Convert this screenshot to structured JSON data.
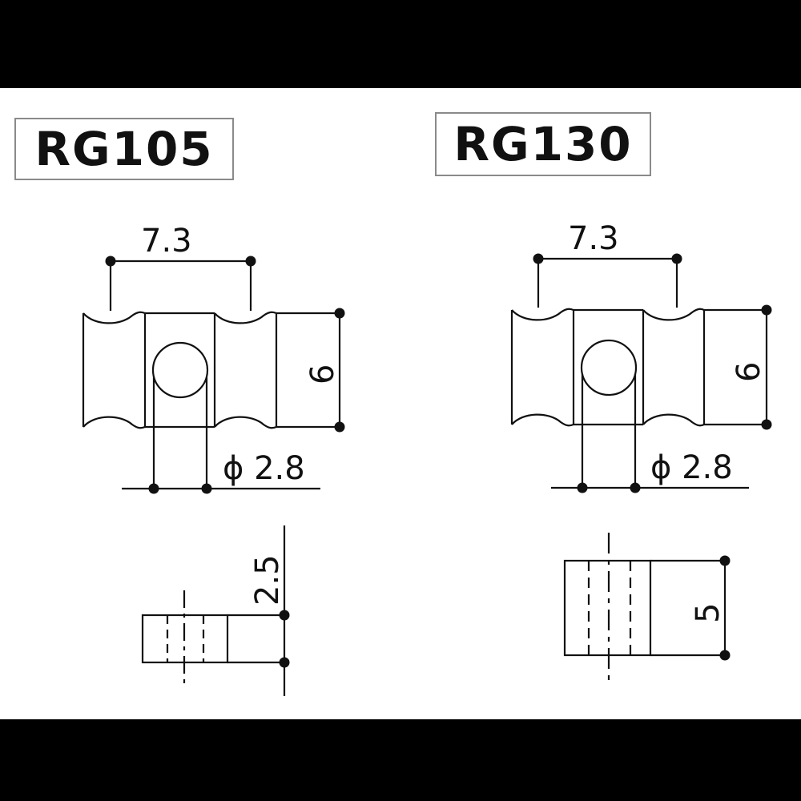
{
  "sheet": {
    "background_color": "#ffffff",
    "frame_color": "#000000",
    "line_color": "#111111"
  },
  "parts": [
    {
      "id": "rg105",
      "label": "RG105",
      "top_view": {
        "width_dim": "7.3",
        "height_dim": "6",
        "hole_dim": "ϕ 2.8"
      },
      "side_view": {
        "thickness_dim": "2.5"
      }
    },
    {
      "id": "rg130",
      "label": "RG130",
      "top_view": {
        "width_dim": "7.3",
        "height_dim": "6",
        "hole_dim": "ϕ 2.8"
      },
      "side_view": {
        "thickness_dim": "5"
      }
    }
  ],
  "dimensions": {
    "rg105_width": "7.3",
    "rg105_height": "6",
    "rg105_hole": "ϕ 2.8",
    "rg105_thickness": "2.5",
    "rg130_width": "7.3",
    "rg130_height": "6",
    "rg130_hole": "ϕ 2.8",
    "rg130_thickness": "5"
  }
}
